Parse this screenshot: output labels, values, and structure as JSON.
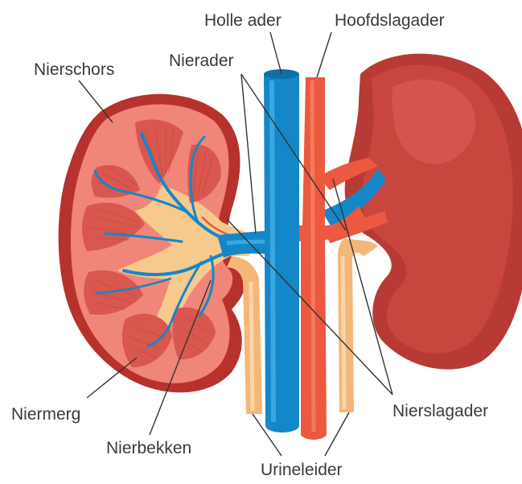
{
  "labels": {
    "holle_ader": "Holle ader",
    "hoofdslagader": "Hoofdslagader",
    "nierschors": "Nierschors",
    "nierader": "Nierader",
    "niermerg": "Niermerg",
    "nierslagader": "Nierslagader",
    "nierbekken": "Nierbekken",
    "urineleider": "Urineleider"
  },
  "colors": {
    "vein_blue": "#1487c8",
    "vein_light": "#3aa7e0",
    "artery_red": "#ec5840",
    "artery_light": "#f47a5c",
    "cortex_outer": "#b7312d",
    "cortex_fill": "#f0857a",
    "medulla": "#d9574e",
    "pelvis": "#f8c98c",
    "ureter": "#f5b777",
    "kidney_dark": "#b83a35",
    "kidney_mid": "#c9463f",
    "kidney_light": "#d5574f"
  },
  "icons": [
    "kidney-cross-section",
    "kidney-exterior",
    "vena-cava",
    "aorta",
    "ureter"
  ]
}
